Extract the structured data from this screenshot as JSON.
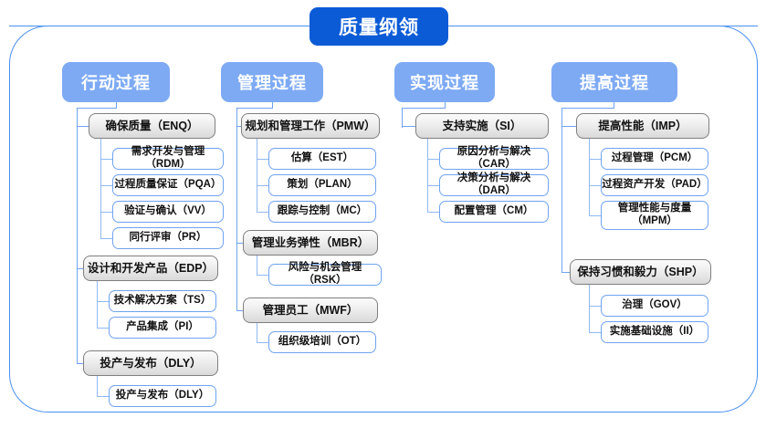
{
  "diagram": {
    "title": "质量纲领",
    "type": "hierarchy-tree",
    "colors": {
      "title_blue": "#0c5bd6",
      "header_blue": "#7eaaf4",
      "frame_blue": "#4a90f0",
      "connector_blue": "#6fa3ef",
      "parent_gray": "#e4e4e4",
      "child_white": "#ffffff"
    },
    "columns": [
      {
        "header": "行动过程",
        "groups": [
          {
            "parent": "确保质量（ENQ）",
            "children": [
              "需求开发与管理（RDM）",
              "过程质量保证（PQA）",
              "验证与确认（VV）",
              "同行评审（PR）"
            ]
          },
          {
            "parent": "设计和开发产品（EDP）",
            "children": [
              "技术解决方案（TS）",
              "产品集成（PI）"
            ]
          },
          {
            "parent": "投产与发布（DLY）",
            "children": [
              "投产与发布（DLY）"
            ]
          }
        ]
      },
      {
        "header": "管理过程",
        "groups": [
          {
            "parent": "规划和管理工作（PMW）",
            "children": [
              "估算（EST）",
              "策划（PLAN）",
              "跟踪与控制（MC）"
            ]
          },
          {
            "parent": "管理业务弹性（MBR）",
            "children": [
              "风险与机会管理（RSK）"
            ]
          },
          {
            "parent": "管理员工（MWF）",
            "children": [
              "组织级培训（OT）"
            ]
          }
        ]
      },
      {
        "header": "实现过程",
        "groups": [
          {
            "parent": "支持实施（SI）",
            "children": [
              "原因分析与解决（CAR）",
              "决策分析与解决（DAR）",
              "配置管理（CM）"
            ]
          }
        ]
      },
      {
        "header": "提高过程",
        "groups": [
          {
            "parent": "提高性能（IMP）",
            "children": [
              "过程管理（PCM）",
              "过程资产开发（PAD）",
              "管理性能与度量\n（MPM）"
            ]
          },
          {
            "parent": "保持习惯和毅力（SHP）",
            "children": [
              "治理（GOV）",
              "实施基础设施（II）"
            ]
          }
        ]
      }
    ]
  }
}
